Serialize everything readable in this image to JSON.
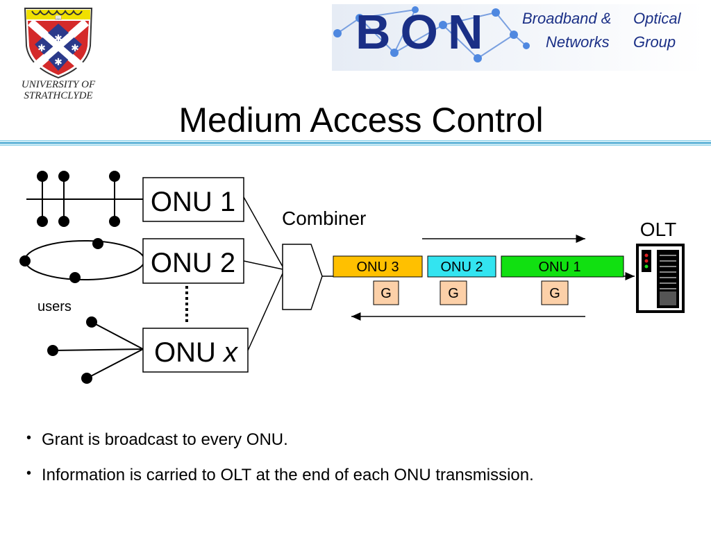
{
  "header": {
    "university_logo_text": [
      "UNIVERSITY OF",
      "STRATHCLYDE"
    ],
    "bon_logo": {
      "letters": "BON",
      "tagline_line1": [
        "Broadband &",
        "Optical"
      ],
      "tagline_line2": [
        "Networks",
        "Group"
      ]
    }
  },
  "slide": {
    "title": "Medium Access Control"
  },
  "diagram": {
    "onu_boxes": [
      "ONU 1",
      "ONU 2"
    ],
    "onu_x_prefix": "ONU",
    "onu_x_suffix": "x",
    "users_label": "users",
    "combiner_label": "Combiner",
    "olt_label": "OLT",
    "frames": [
      {
        "label": "ONU 3",
        "color": "#ffc000"
      },
      {
        "label": "ONU 2",
        "color": "#33e4f0"
      },
      {
        "label": "ONU 1",
        "color": "#11e011"
      }
    ],
    "grant_label": "G",
    "grant_color": "#fcd0a8"
  },
  "bullets": [
    "Grant is broadcast to every ONU.",
    "Information is carried to OLT at the end of each ONU transmission."
  ]
}
